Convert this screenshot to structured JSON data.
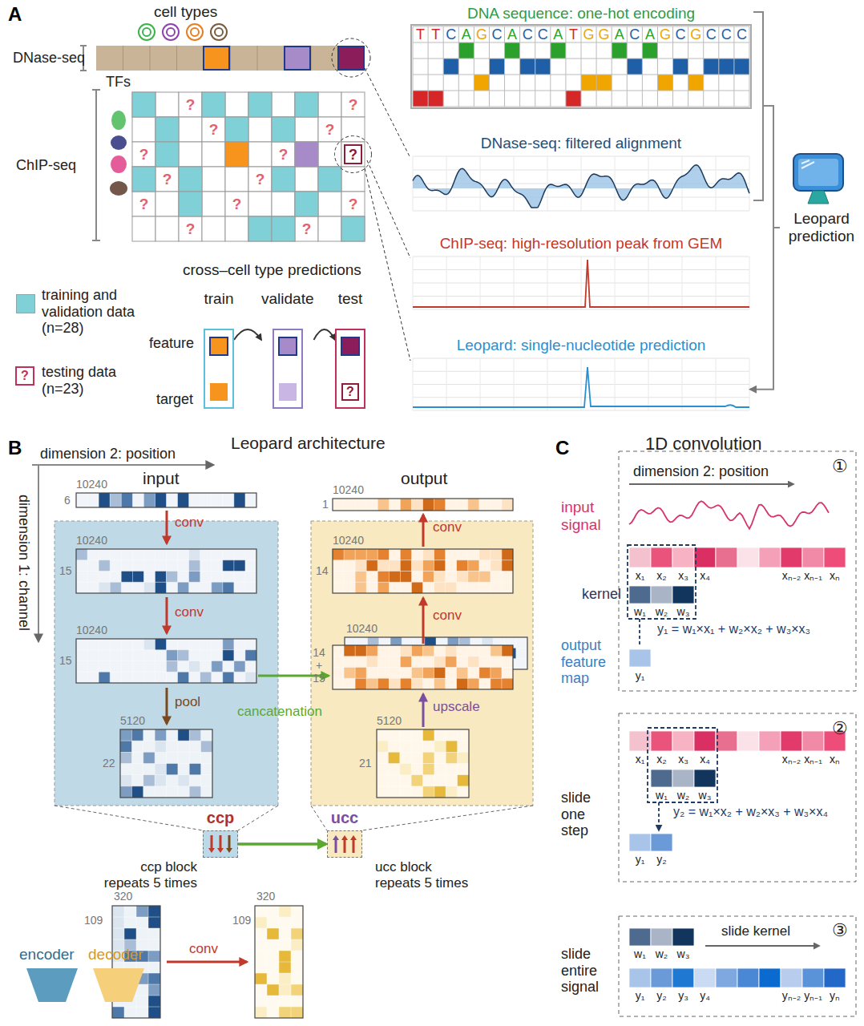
{
  "diagram": {
    "nodes": [
      {
        "text": [
          "train"
        ]
      },
      {
        "text": [
          "validate"
        ]
      },
      {
        "text": [
          "test"
        ]
      },
      {
        "text": [
          "DNA sequence: one-hot encoding"
        ]
      },
      {
        "text": [
          "DNase-seq: filtered alignment"
        ]
      },
      {
        "text": [
          "ChIP-seq: high-resolution peak from GEM"
        ]
      },
      {
        "text": [
          "Leopard: single-nucleotide prediction"
        ]
      },
      {
        "text": [
          "Leopard prediction"
        ]
      },
      {
        "text": [
          "ccp"
        ]
      },
      {
        "text": [
          "ucc"
        ]
      }
    ],
    "edges": [
      {
        "from": 0,
        "to": 1,
        "arrow": "to"
      },
      {
        "from": 1,
        "to": 2,
        "arrow": "to"
      },
      {
        "from": 7,
        "to": 6,
        "arrow": "to"
      },
      {
        "from": 8,
        "to": 9,
        "arrow": "to"
      }
    ],
    "labels": [
      "A",
      "cell types",
      "DNase-seq",
      "TFs",
      "ChIP-seq",
      "?",
      "?",
      "?",
      "?",
      "?",
      "?",
      "?",
      "?",
      "?",
      "?",
      "?",
      "?",
      "?",
      "?",
      "?",
      "cross–cell type predictions",
      "feature",
      "target",
      "?",
      "T",
      "T",
      "C",
      "A",
      "G",
      "C",
      "A",
      "C",
      "C",
      "A",
      "T",
      "G",
      "G",
      "A",
      "C",
      "A",
      "G",
      "C",
      "G",
      "C",
      "C",
      "C",
      "B",
      "Leopard architecture",
      "dimension 2: position",
      "dimension 1: channel",
      "input",
      "output",
      "10240",
      "6",
      "conv",
      "10240",
      "15",
      "conv",
      "10240",
      "15",
      "pool",
      "5120",
      "22",
      "ccp block repeats 5 times",
      "320",
      "109",
      "encoder",
      "decoder",
      "10240",
      "1",
      "conv",
      "10240",
      "14",
      "conv",
      "10240",
      "14 + 15",
      "upscale",
      "5120",
      "21",
      "cancatenation",
      "ucc block repeats 5 times",
      "320",
      "109",
      "conv",
      "C",
      "1D convolution",
      "①",
      "dimension 2: position",
      "input signal",
      "x₁",
      "x₂",
      "x₃",
      "x₄",
      "xₙ₋₂",
      "xₙ₋₁",
      "xₙ",
      "kernel",
      "w₁",
      "w₂",
      "w₃",
      "y₁ = w₁×x₁ + w₂×x₂ + w₃×x₃",
      "output feature map",
      "y₁",
      "②",
      "x₁",
      "x₂",
      "x₃",
      "x₄",
      "xₙ₋₂",
      "xₙ₋₁",
      "xₙ",
      "w₁",
      "w₂",
      "w₃",
      "y₂ = w₁×x₂ + w₂×x₃ + w₃×x₄",
      "slide one step",
      "y₁",
      "y₂",
      "③",
      "slide entire signal",
      "w₁",
      "w₂",
      "w₃",
      "slide kernel",
      "y₁",
      "y₂",
      "y₃",
      "y₄",
      "yₙ₋₂",
      "yₙ₋₁",
      "yₙ"
    ],
    "legend": [
      {
        "text": "training and validation data (n=28)",
        "color": "#80d0d8"
      },
      {
        "text": "testing data (n=23)"
      }
    ]
  }
}
